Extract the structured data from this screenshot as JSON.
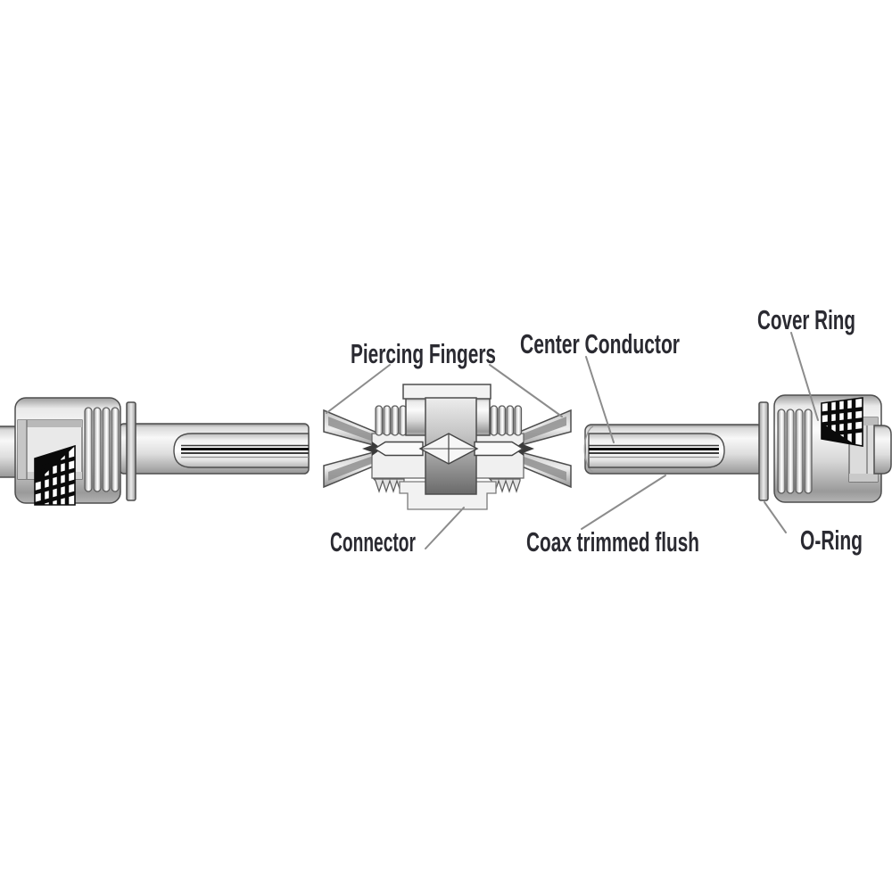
{
  "labels": {
    "piercing_fingers": "Piercing Fingers",
    "center_conductor": "Center Conductor",
    "cover_ring": "Cover Ring",
    "connector": "Connector",
    "coax_trimmed_flush": "Coax trimmed flush",
    "o_ring": "O-Ring"
  },
  "colors": {
    "background": "#ffffff",
    "label_text": "#2a2a31",
    "leader_line": "#8c8c8c",
    "outline": "#4d4d4d",
    "metal_light": "#fafafa",
    "metal_mid": "#d8d8d8",
    "metal_dark": "#8f8f8f",
    "knurl": "#000000"
  }
}
